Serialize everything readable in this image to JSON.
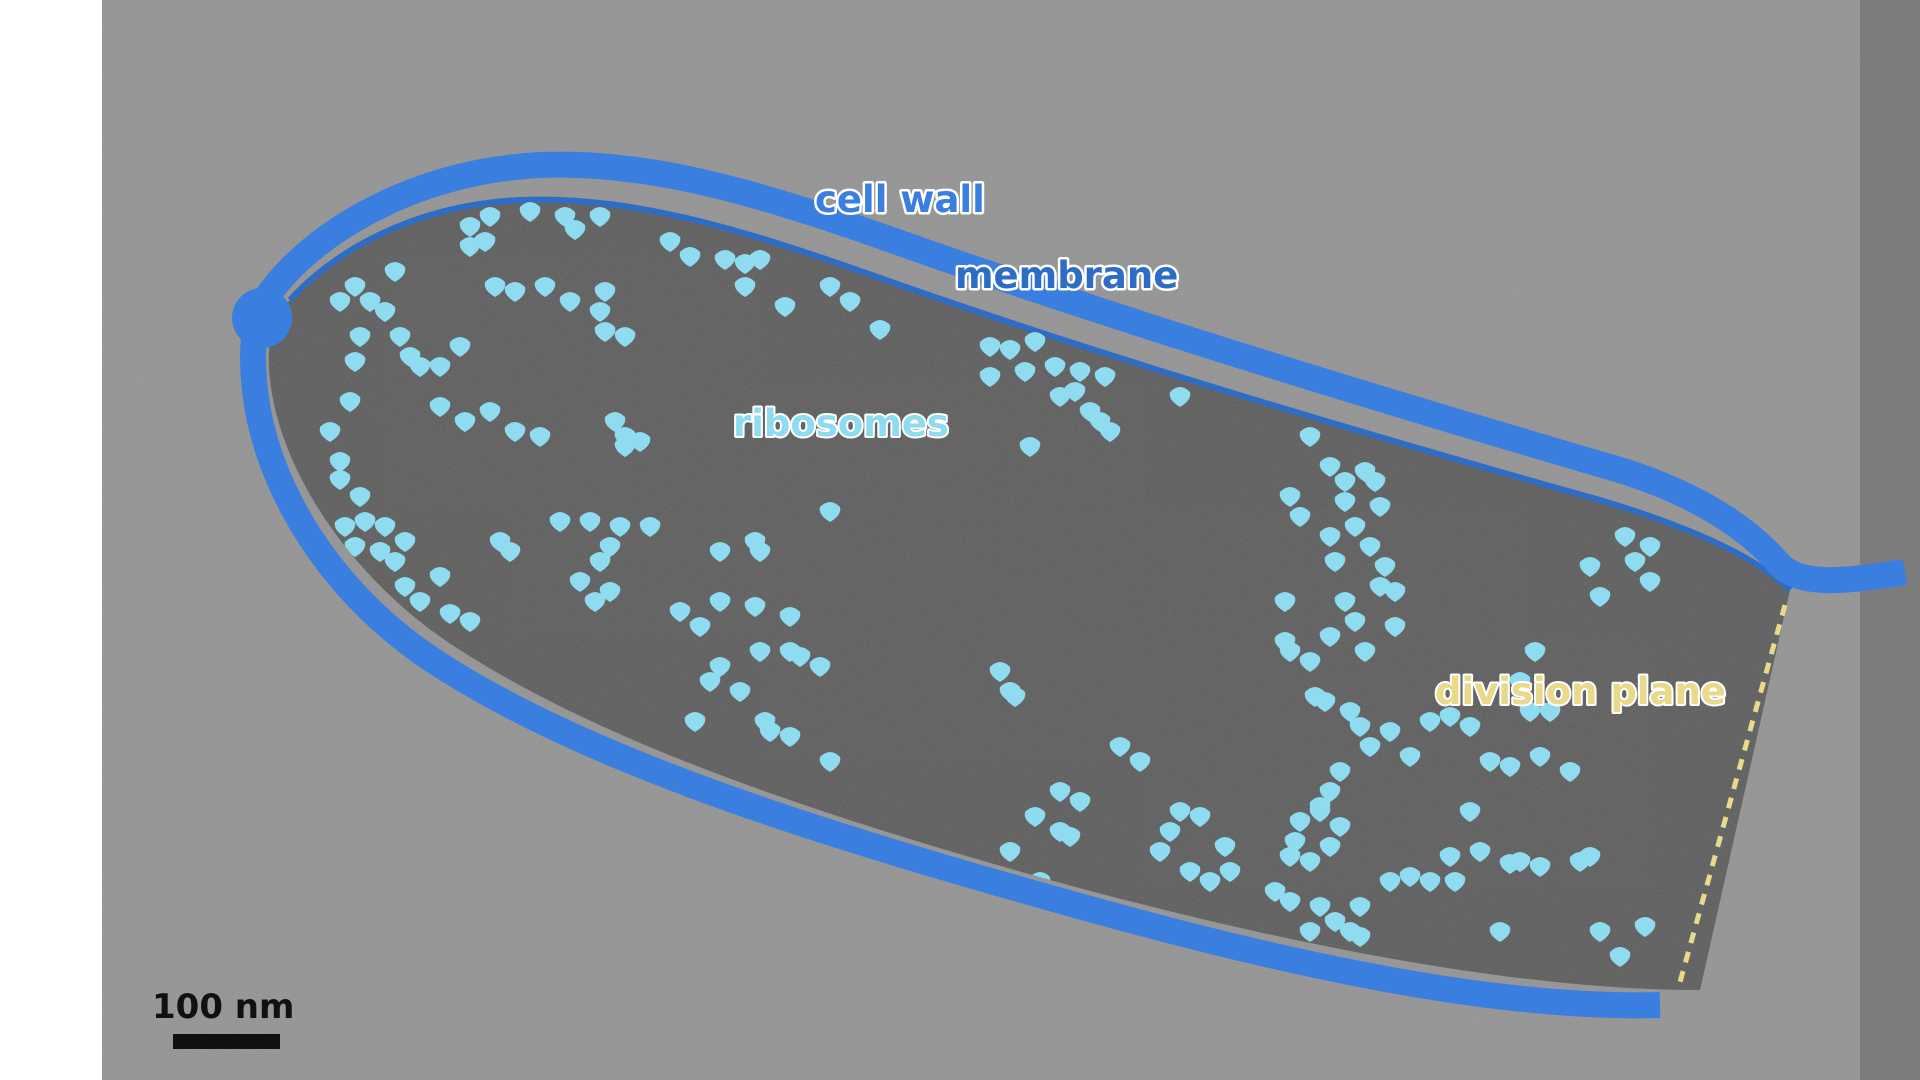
{
  "labels": {
    "cell_wall": "cell wall",
    "membrane": "membrane",
    "ribosomes": "ribosomes",
    "division_plane": "division plane"
  },
  "scale_bar": {
    "label": "100 nm"
  },
  "colors": {
    "background": "#ffffff",
    "micrograph_gray": "#8e8e8e",
    "cytoplasm_gray": "#5c5c5c",
    "cell_wall_blue": "#3a7fe0",
    "membrane_blue": "#2e6dc6",
    "ribosome_cyan": "#8fdcf0",
    "wall_label": "#3a7fe0",
    "ribosome_label": "#8fdcf0",
    "division_label": "#e9d98a",
    "scale_bar": "#111111"
  },
  "icons": [
    "ribosome-particle-icon"
  ]
}
